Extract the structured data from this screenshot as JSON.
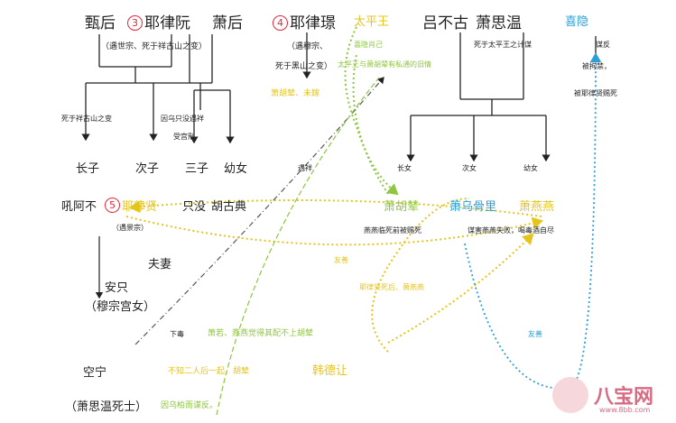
{
  "top": {
    "zhenhou": "甄后",
    "n3": "3",
    "yeluruan": "耶律阮",
    "xiaohou": "萧后",
    "n4": "4",
    "yelujing": "耶律璟",
    "taipingwang": "太平王",
    "lvbugu": "吕不古",
    "xiaosiwen": "萧思温",
    "xiyin": "喜隐"
  },
  "notes": {
    "guoshi_shizong": "（遇世宗、死于祥古山之变）",
    "yu_muzong": "（遇穆宗、",
    "sihei_shan": "死于黑山之变）",
    "guoshi_zhi": "喜隐肖己",
    "taiping_rel": "太平王与萧胡辇有私通的旧情",
    "meiyou_huzhe": "萧胡辇、未嫁",
    "si_taiping": "死于太平王之计谋",
    "mou_fan": "谋反",
    "bei_qiu": "被拘禁，",
    "bei_yelu": "被耶律贤赐死",
    "xiangu_died": "死于祥古山之变",
    "yin_hucan": "因乌只没遇祥",
    "shou_gongxing": "受宫刑",
    "yu_xiang": "遇祥",
    "yanyan_death": "燕燕临死前被赐死",
    "mou_fail": "谋害燕燕失败，喝毒酒自尽",
    "husband": "夫妻",
    "youhao": "友善",
    "yelu_yufei": "耶律贤死后、萧燕燕",
    "xiawu": "下毒",
    "plot_note": "萧若、燕燕觉得其配不上胡辇",
    "buzhi": "不知二人后一起，胡辇",
    "ye_yin": "因乌柏而谋反。",
    "friend2": "友善"
  },
  "row2": {
    "changzi": "长子",
    "cizi": "次子",
    "sanzi": "三子",
    "younv": "幼女",
    "yuxiang": "遇祥",
    "changnv": "长女",
    "cinv": "次女",
    "younv2": "幼女"
  },
  "row3": {
    "hu": "吼阿不",
    "n5": "5",
    "yeluxian": "耶律贤",
    "zhimei": "只没",
    "hugudian": "胡古典",
    "guojing": "（遇景宗）",
    "xiaohunian": "萧胡辇",
    "xiaowuli": "萧乌骨里",
    "xiaoyanyan": "萧燕燕"
  },
  "left": {
    "anzhi": "安只",
    "muzong_palace": "（穆宗宫女）",
    "kongning": "空宁",
    "xiaosiwen_guard": "（萧思温死士）"
  },
  "special": {
    "han_deyang": "韩德让"
  },
  "logo": {
    "name": "八宝网",
    "url": "www.8bb.com"
  },
  "colors": {
    "red": "#e0283a",
    "green": "#8ec63f",
    "yellow": "#e5c41c",
    "blue": "#2e9fd6",
    "dark": "#222222"
  }
}
